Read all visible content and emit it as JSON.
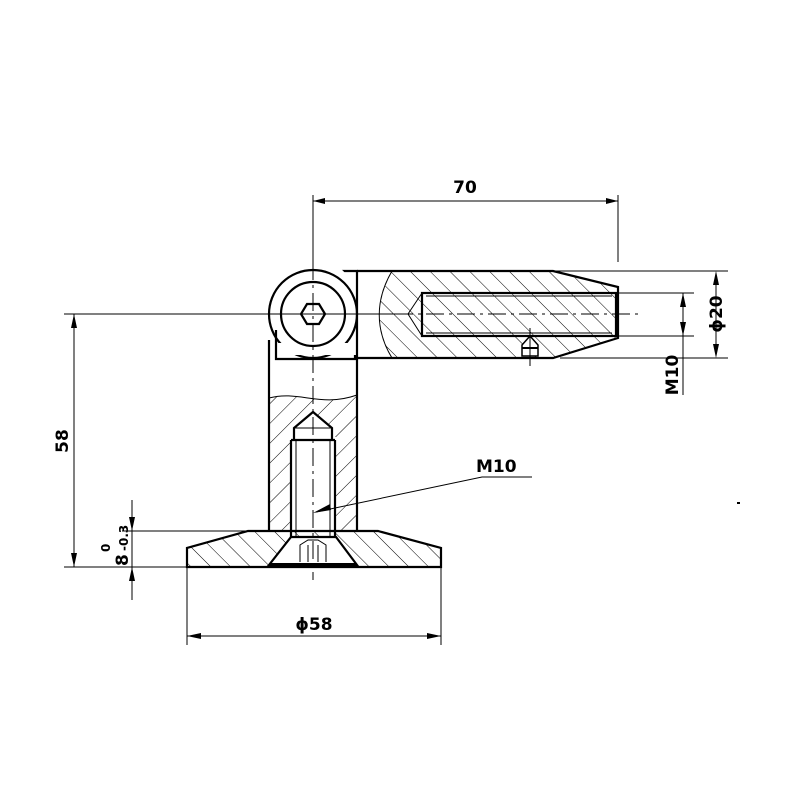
{
  "drawing": {
    "dimensions": {
      "arm_length": "70",
      "arm_diameter": "ϕ20",
      "arm_thread": "M10",
      "height": "58",
      "base_thickness": "8",
      "base_tolerance_upper": "0",
      "base_tolerance_lower": "-0.3",
      "base_diameter": "ϕ58",
      "column_thread": "M10"
    }
  }
}
